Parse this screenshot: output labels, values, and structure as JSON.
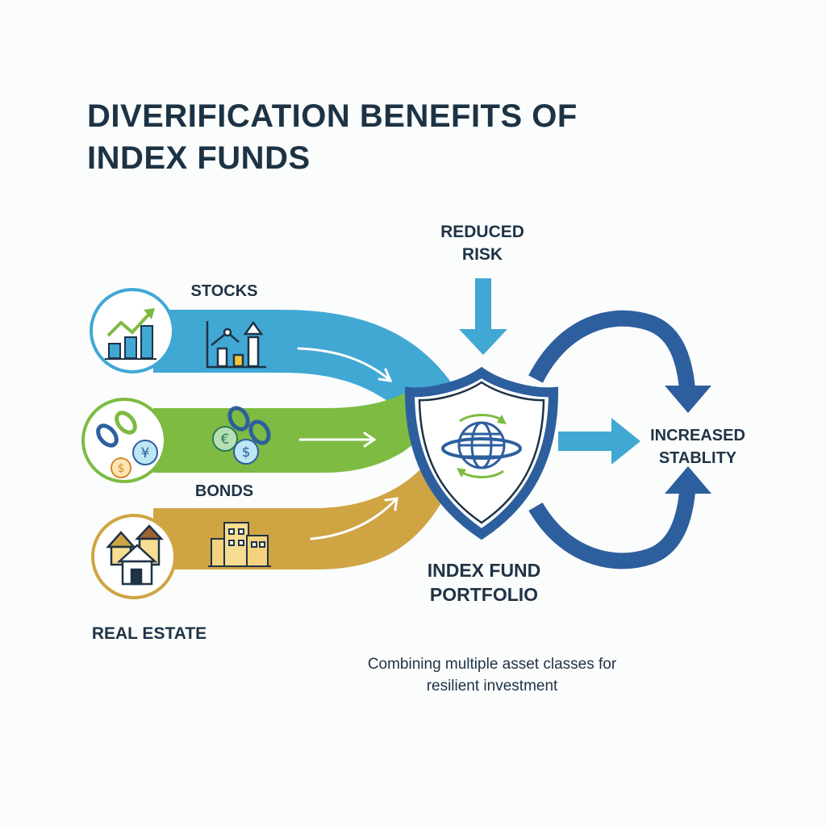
{
  "title": {
    "line1": "DIVERIFICATION BENEFITS OF",
    "line2": "INDEX FUNDS"
  },
  "inputs": [
    {
      "label": "STOCKS",
      "icon": "stock-chart-icon",
      "color": "#41a8d4"
    },
    {
      "label": "BONDS",
      "icon": "currency-coins-icon",
      "color": "#7dbb42"
    },
    {
      "label": "REAL ESTATE",
      "icon": "houses-icon",
      "color": "#cfa443"
    }
  ],
  "top_input": {
    "line1": "REDUCED",
    "line2": "RISK"
  },
  "center": {
    "line1": "INDEX FUND",
    "line2": "PORTFOLIO",
    "icon": "shield-globe-icon"
  },
  "output": {
    "line1": "INCREASED",
    "line2": "STABLITY"
  },
  "caption": {
    "line1": "Combining multiple asset classes for",
    "line2": "resilient investment"
  },
  "colors": {
    "dark_blue": "#2d5f9e",
    "light_blue": "#41a8d4",
    "green": "#7dbb42",
    "gold": "#cfa443",
    "text": "#1f3346"
  }
}
